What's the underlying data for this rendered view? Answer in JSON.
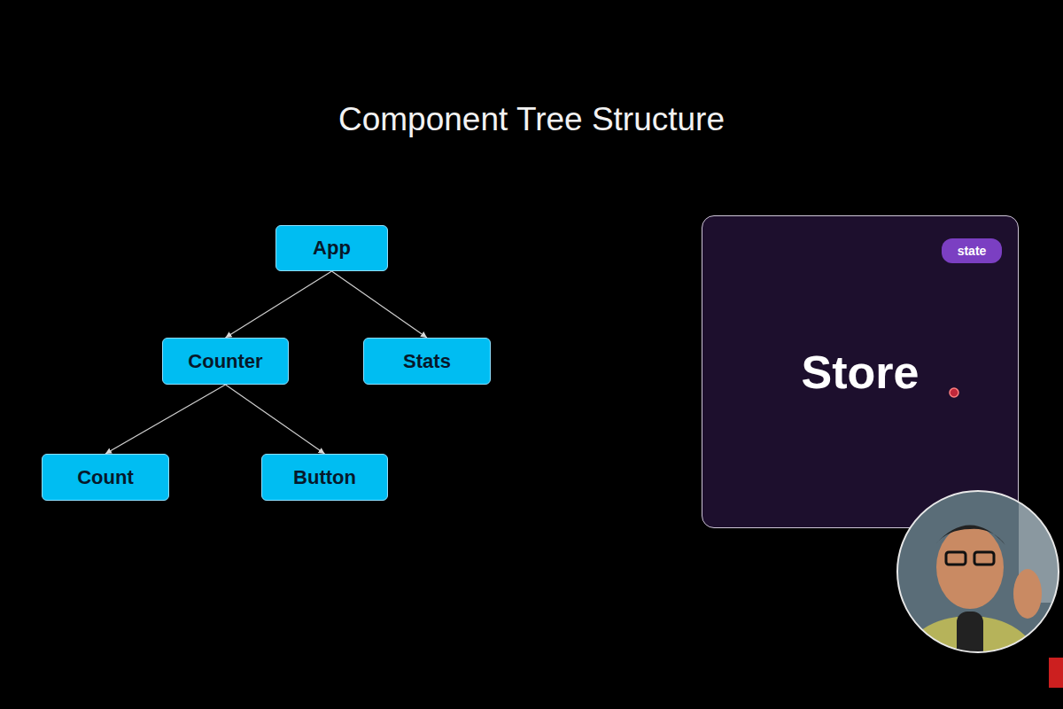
{
  "diagram": {
    "title": "Component Tree Structure",
    "nodes": [
      {
        "text": [
          "App"
        ]
      },
      {
        "text": [
          "Counter"
        ]
      },
      {
        "text": [
          "Stats"
        ]
      },
      {
        "text": [
          "Count"
        ]
      },
      {
        "text": [
          "Button"
        ]
      },
      {
        "text": [
          "Store"
        ]
      },
      {
        "text": [
          "state"
        ],
        "in": 5
      }
    ],
    "edges": [
      {
        "from": 0,
        "to": 1,
        "arrow": "to"
      },
      {
        "from": 0,
        "to": 2,
        "arrow": "to"
      },
      {
        "from": 1,
        "to": 3,
        "arrow": "to"
      },
      {
        "from": 1,
        "to": 4,
        "arrow": "to"
      }
    ]
  }
}
